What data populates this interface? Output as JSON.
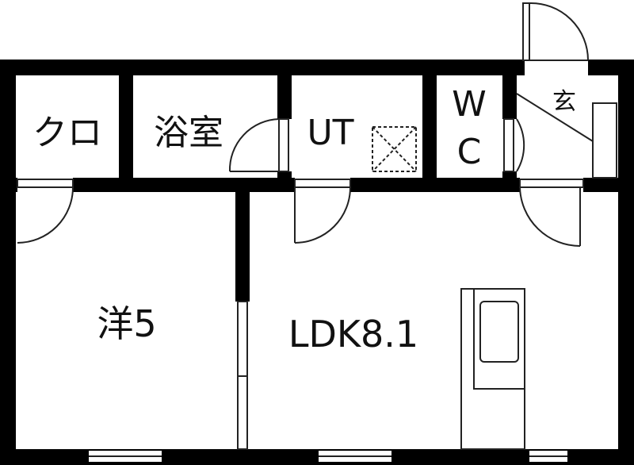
{
  "rooms": {
    "closet": "クロ",
    "bath": "浴室",
    "utility": "UT",
    "toilet_w": "W",
    "toilet_c": "C",
    "entrance": "玄",
    "western": "洋5",
    "ldk": "LDK8.1"
  },
  "colors": {
    "wall": "#000000",
    "background": "#ffffff",
    "line": "#222222"
  },
  "icons": [
    "door-swing-icon",
    "ventilation-fan-icon",
    "kitchen-sink-icon",
    "window-icon"
  ]
}
